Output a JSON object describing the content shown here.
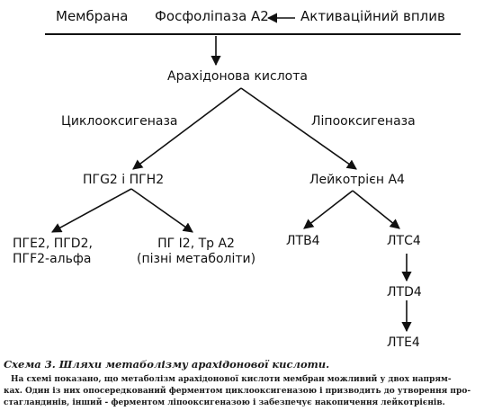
{
  "nodes": {
    "membrane": "Мембрана",
    "phospholipase": "Фосфоліпаза А2",
    "activating": "Активаційний вплив",
    "arachidonic": "Арахідонова кислота",
    "cyclooxygenase": "Циклооксигеназа",
    "lipoxygenase": "Ліпооксигеназа",
    "pg_g2_h2": "ПГG2 і ПГН2",
    "leukotriene_a4": "Лейкотрієн А4",
    "pge2_line1": "ПГЕ2, ПГD2,",
    "pge2_line2": "ПГF2-альфа",
    "pgi2_line1": "ПГ І2, Тр А2",
    "pgi2_line2": "(пізні метаболіти)",
    "ltb4": "ЛТВ4",
    "ltc4": "ЛТС4",
    "ltd4": "ЛТD4",
    "lte4": "ЛТЕ4"
  },
  "caption": {
    "label": "Схема 3.",
    "title": "Шляхи метаболізму арахідонової кислоти.",
    "line1": "На схемі показано, що метаболізм арахідонової кислоти мембран можливий у двох напрям-",
    "line2": "ках. Один із них опосередкований ферментом циклооксигеназою і призводить до утворення про-",
    "line3": "стагландинів, інший - ферментом ліпооксигеназою і забезпечує накопичення лейкотрієнів."
  }
}
